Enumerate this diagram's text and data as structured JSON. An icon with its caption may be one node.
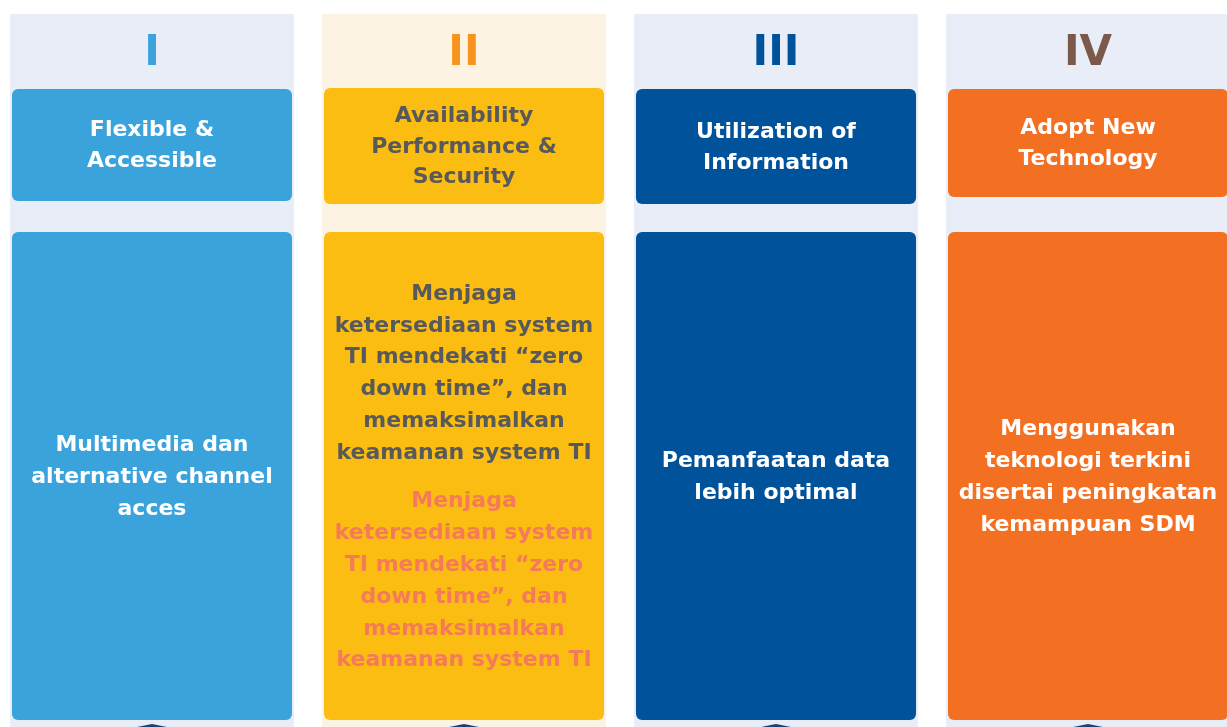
{
  "diagram": {
    "nodes": [
      {
        "text": [
          "I"
        ]
      },
      {
        "text": [
          "Flexible & Accessible"
        ],
        "in": 0
      },
      {
        "text": [
          "Multimedia dan alternative channel acces"
        ],
        "in": 0
      },
      {
        "text": [
          "II"
        ]
      },
      {
        "text": [
          "Availability Performance & Security"
        ],
        "in": 3
      },
      {
        "text": [
          "Menjaga ketersediaan system TI mendekati “zero down time”, dan memaksimalkan keamanan system TI",
          "Menjaga ketersediaan system TI mendekati “zero down time”, dan memaksimalkan keamanan system TI"
        ],
        "in": 3
      },
      {
        "text": [
          "III"
        ]
      },
      {
        "text": [
          "Utilization of Information"
        ],
        "in": 6
      },
      {
        "text": [
          "Pemanfaatan data lebih optimal"
        ],
        "in": 6
      },
      {
        "text": [
          "IV"
        ]
      },
      {
        "text": [
          "Adopt New Technology"
        ],
        "in": 9
      },
      {
        "text": [
          "Menggunakan teknologi terkini disertai peningkatan kemampuan SDM"
        ],
        "in": 9
      }
    ],
    "edges": []
  }
}
